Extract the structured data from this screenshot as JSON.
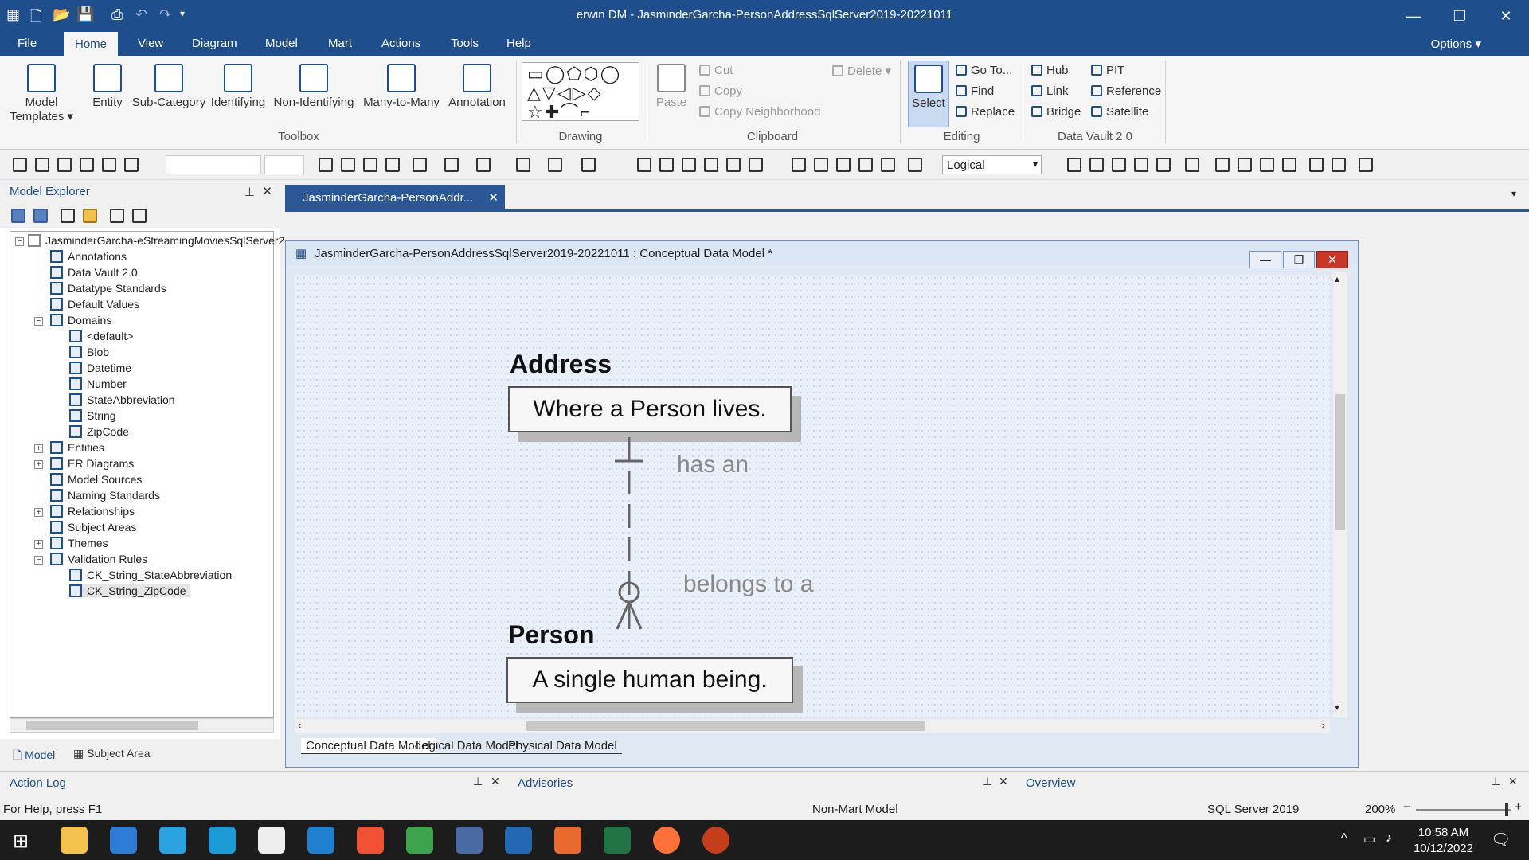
{
  "window": {
    "title": "erwin DM - JasminderGarcha-PersonAddressSqlServer2019-20221011"
  },
  "menu": {
    "items": [
      "File",
      "Home",
      "View",
      "Diagram",
      "Model",
      "Mart",
      "Actions",
      "Tools",
      "Help"
    ],
    "active": "Home",
    "options": "Options"
  },
  "ribbon": {
    "toolbox": [
      "Model Templates",
      "Entity",
      "Sub-Category",
      "Identifying",
      "Non-Identifying",
      "Many-to-Many",
      "Annotation"
    ],
    "groups": {
      "toolbox": "Toolbox",
      "drawing": "Drawing",
      "clipboard": "Clipboard",
      "editing": "Editing",
      "datavault": "Data Vault 2.0"
    },
    "paste": "Paste",
    "cut": "Cut",
    "copy": "Copy",
    "copy_neighborhood": "Copy Neighborhood",
    "delete": "Delete",
    "select": "Select",
    "goto": "Go To...",
    "find": "Find",
    "replace": "Replace",
    "hub": "Hub",
    "link": "Link",
    "bridge": "Bridge",
    "pit": "PIT",
    "reference": "Reference",
    "satellite": "Satellite"
  },
  "toolbar": {
    "view_mode": "Logical"
  },
  "explorer": {
    "title": "Model Explorer",
    "root": "JasminderGarcha-eStreamingMoviesSqlServer2",
    "items": [
      "Annotations",
      "Data Vault 2.0",
      "Datatype Standards",
      "Default Values",
      "Domains",
      "<default>",
      "Blob",
      "Datetime",
      "Number",
      "StateAbbreviation",
      "String",
      "ZipCode",
      "Entities",
      "ER Diagrams",
      "Model Sources",
      "Naming Standards",
      "Relationships",
      "Subject Areas",
      "Themes",
      "Validation Rules",
      "CK_String_StateAbbreviation",
      "CK_String_ZipCode"
    ],
    "tabs": {
      "model": "Model",
      "subject_area": "Subject Area"
    }
  },
  "document": {
    "tab": "JasminderGarcha-PersonAddr...",
    "window_title": "JasminderGarcha-PersonAddressSqlServer2019-20221011 : Conceptual Data Model *"
  },
  "diagram": {
    "entities": [
      {
        "name": "Address",
        "definition": "Where a Person lives."
      },
      {
        "name": "Person",
        "definition": "A single human being."
      }
    ],
    "relationship": {
      "verb": "has an",
      "inverse": "belongs to a"
    }
  },
  "model_tabs": [
    "Conceptual Data Model",
    "Logical Data Model",
    "Physical Data Model"
  ],
  "panels": {
    "action_log": "Action Log",
    "advisories": "Advisories",
    "overview": "Overview"
  },
  "status": {
    "help": "For Help, press F1",
    "mart": "Non-Mart Model",
    "db": "SQL Server 2019",
    "zoom": "200%"
  },
  "clock": {
    "time": "10:58 AM",
    "date": "10/12/2022"
  }
}
